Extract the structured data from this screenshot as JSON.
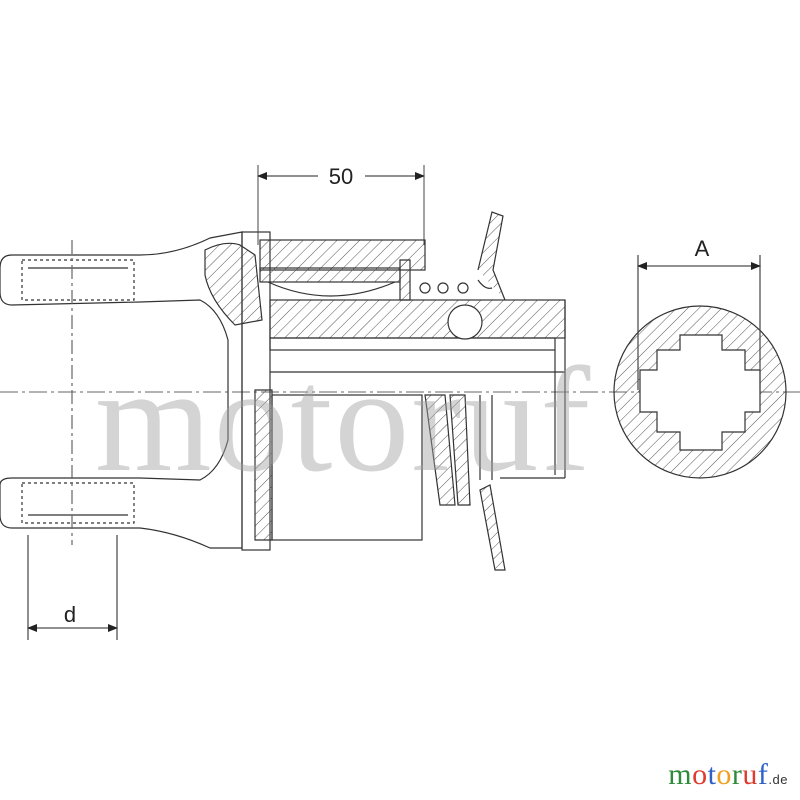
{
  "dimensions": {
    "length_label": "50",
    "profile_label": "A",
    "bore_label": "d"
  },
  "watermark": {
    "text": "motoruf"
  },
  "logo": {
    "letters": [
      {
        "char": "m",
        "color": "#2e8b3a"
      },
      {
        "char": "o",
        "color": "#e03a2f"
      },
      {
        "char": "t",
        "color": "#2e62c9"
      },
      {
        "char": "o",
        "color": "#f0a020"
      },
      {
        "char": "r",
        "color": "#2e8b3a"
      },
      {
        "char": "u",
        "color": "#e03a2f"
      },
      {
        "char": "f",
        "color": "#2e62c9"
      }
    ],
    "tld": ".de"
  },
  "colors": {
    "line": "#333333",
    "hatch": "#555555",
    "watermark": "#a0a0a0"
  }
}
